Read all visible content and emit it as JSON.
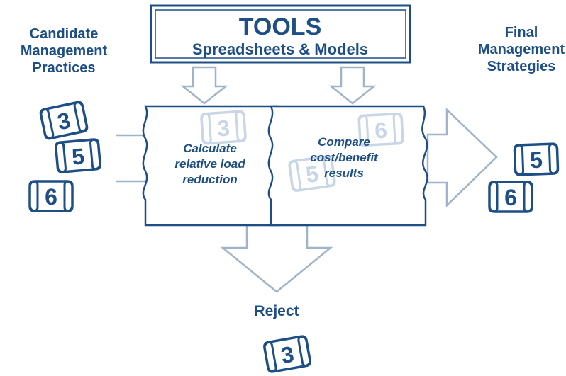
{
  "colors": {
    "primary": "#1d4f86",
    "ghost": "#c9d6e6",
    "background": "#ffffff"
  },
  "labels": {
    "candidate_line1": "Candidate",
    "candidate_line2": "Management",
    "candidate_line3": "Practices",
    "final_line1": "Final",
    "final_line2": "Management",
    "final_line3": "Strategies",
    "tools_title": "TOOLS",
    "tools_subtitle": "Spreadsheets & Models",
    "step1_line1": "Calculate",
    "step1_line2": "relative load",
    "step1_line3": "reduction",
    "step2_line1": "Compare",
    "step2_line2": "cost/benefit",
    "step2_line3": "results",
    "reject": "Reject"
  },
  "tokens": {
    "input_1": "3",
    "input_2": "5",
    "input_3": "6",
    "ghost_step1": "3",
    "ghost_step2_top": "6",
    "ghost_step2_bottom": "5",
    "output_1": "5",
    "output_2": "6",
    "rejected": "3"
  }
}
